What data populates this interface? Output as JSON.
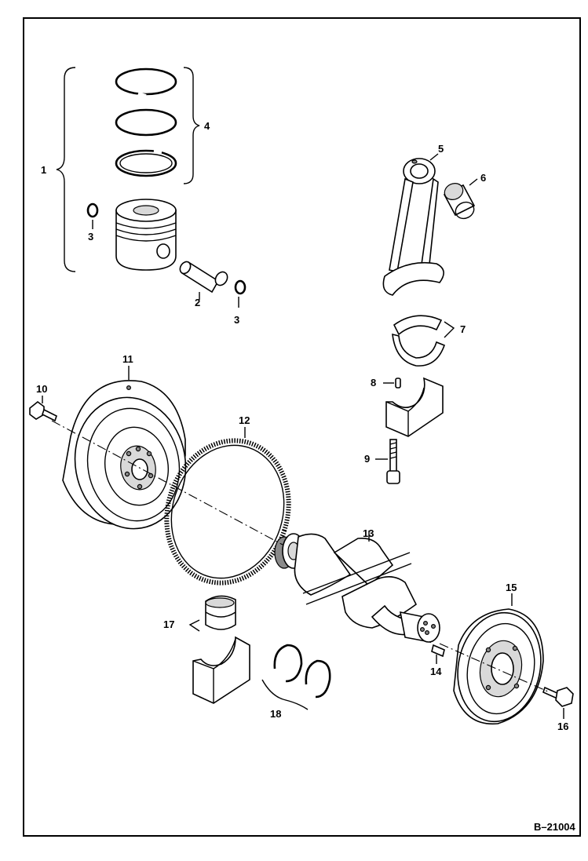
{
  "callouts": {
    "c1": "1",
    "c2": "2",
    "c3a": "3",
    "c3b": "3",
    "c4": "4",
    "c5": "5",
    "c6": "6",
    "c7": "7",
    "c8": "8",
    "c9": "9",
    "c10": "10",
    "c11": "11",
    "c12": "12",
    "c13": "13",
    "c14": "14",
    "c15": "15",
    "c16": "16",
    "c17": "17",
    "c18": "18"
  },
  "figure_ref": "B–21004"
}
